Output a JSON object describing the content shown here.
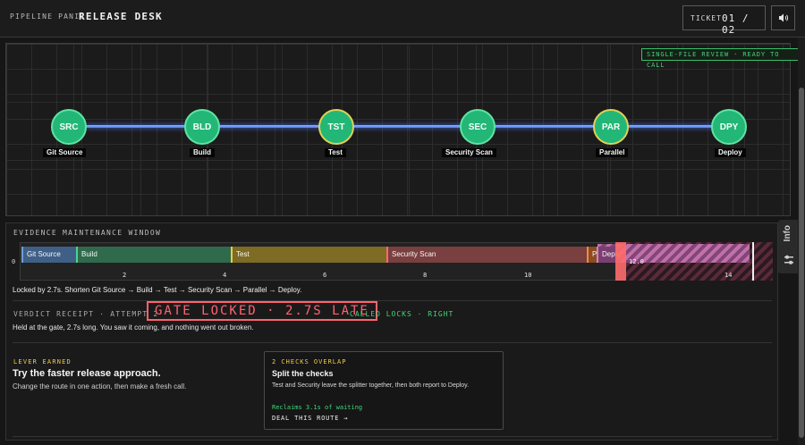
{
  "header": {
    "kicker": "PIPELINE PANIC",
    "title": "RELEASE DESK",
    "ticket_label": "TICKET",
    "ticket_count": "01 / 02",
    "sound_icon": "speaker-icon"
  },
  "pipeline": {
    "status": "SINGLE-FILE REVIEW · READY TO CALL",
    "nodes": [
      {
        "code": "SRC",
        "label": "Git Source",
        "ring": "#5fe3a3"
      },
      {
        "code": "BLD",
        "label": "Build",
        "ring": "#5fe3a3"
      },
      {
        "code": "TST",
        "label": "Test",
        "ring": "#e2d154"
      },
      {
        "code": "SEC",
        "label": "Security Scan",
        "ring": "#5fe3a3"
      },
      {
        "code": "PAR",
        "label": "Parallel",
        "ring": "#e2d154"
      },
      {
        "code": "DPY",
        "label": "Deploy",
        "ring": "#5fe3a3"
      }
    ]
  },
  "evidence": {
    "title": "EVIDENCE MAINTENANCE WINDOW",
    "zero_label": "0",
    "ticks": [
      "2",
      "4",
      "6",
      "8",
      "10",
      "14"
    ],
    "bars": [
      {
        "label": "Git Source",
        "color": "#3f5f86",
        "edge": "#6f9fd6"
      },
      {
        "label": "Build",
        "color": "#2f6a4d",
        "edge": "#4ed38b"
      },
      {
        "label": "Test",
        "color": "#7e6b24",
        "edge": "#e6cc4a"
      },
      {
        "label": "Security Scan",
        "color": "#7a3f3f",
        "edge": "#ff6b6b"
      },
      {
        "label": "P",
        "color": "#8b4d22",
        "edge": "#ff8a3d"
      },
      {
        "label": "Deploy",
        "color": "#7a3f70",
        "edge": "#d87fbf"
      }
    ],
    "gate_value": "12.0",
    "locked_note": "Locked by 2.7s. Shorten Git Source → Build → Test → Security Scan → Parallel → Deploy."
  },
  "receipt": {
    "title": "VERDICT RECEIPT · ATTEMPT 2",
    "stamp": "GATE LOCKED · 2.7S LATE",
    "called": "CALLED LOCKS · RIGHT",
    "note": "Held at the gate, 2.7s long. You saw it coming, and nothing went out broken."
  },
  "lever": {
    "kicker": "LEVER EARNED",
    "title": "Try the faster release approach.",
    "subtitle": "Change the route in one action, then make a fresh call."
  },
  "card": {
    "kicker": "2 CHECKS OVERLAP",
    "title": "Split the checks",
    "body": "Test and Security leave the splitter together, then both report to Deploy.",
    "reclaim": "Reclaims 3.1s of waiting",
    "cta": "DEAL THIS ROUTE →"
  },
  "side_tab": {
    "label": "Info",
    "icon": "sliders-icon"
  }
}
